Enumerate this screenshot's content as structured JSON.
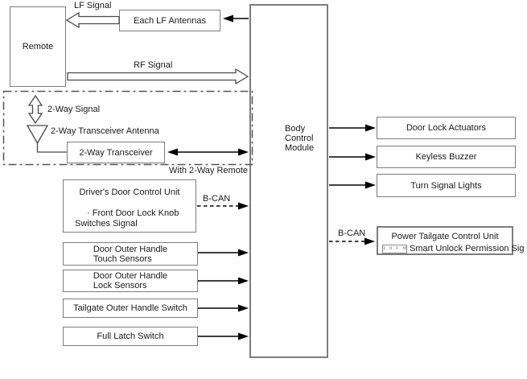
{
  "diagram": {
    "nodes": {
      "remote": "Remote",
      "each_lf_antennas": "Each LF Antennas",
      "two_way_transceiver": "2-Way Transceiver",
      "bcm_line1": "Body",
      "bcm_line2": "Control",
      "bcm_line3": "Module",
      "ddcu_title": "Driver's Door Control Unit",
      "ddcu_item_line1": "· Front Door Lock Knob",
      "ddcu_item_line2": "Switches Signal",
      "door_outer_touch_line1": "Door Outer Handle",
      "door_outer_touch_line2": "Touch Sensors",
      "door_outer_lock_line1": "Door Outer Handle",
      "door_outer_lock_line2": "Lock Sensors",
      "tailgate_outer_handle": "Tailgate Outer Handle Switch",
      "full_latch": "Full Latch Switch",
      "door_lock_actuators": "Door Lock Actuators",
      "keyless_buzzer": "Keyless Buzzer",
      "turn_signal_lights": "Turn Signal Lights",
      "power_tailgate_title": "Power Tailgate Control Unit",
      "power_tailgate_badge": "1 d F M",
      "power_tailgate_signal": "Smart Unlock Permission Sig"
    },
    "labels": {
      "lf_signal": "LF Signal",
      "rf_signal": "RF Signal",
      "two_way_signal": "2-Way Signal",
      "two_way_antenna": "2-Way Transceiver Antenna",
      "with_two_way_remote": "With 2-Way Remote",
      "b_can_top": "B-CAN",
      "b_can_bottom": "B-CAN"
    },
    "colors": {
      "background": "#ffffff",
      "box_border": "#7d7d7d",
      "arrow": "#000000",
      "outline_arrow_stroke": "#4a4a4a",
      "dash_dot_border": "#555555",
      "text": "#1a1a1a"
    }
  }
}
